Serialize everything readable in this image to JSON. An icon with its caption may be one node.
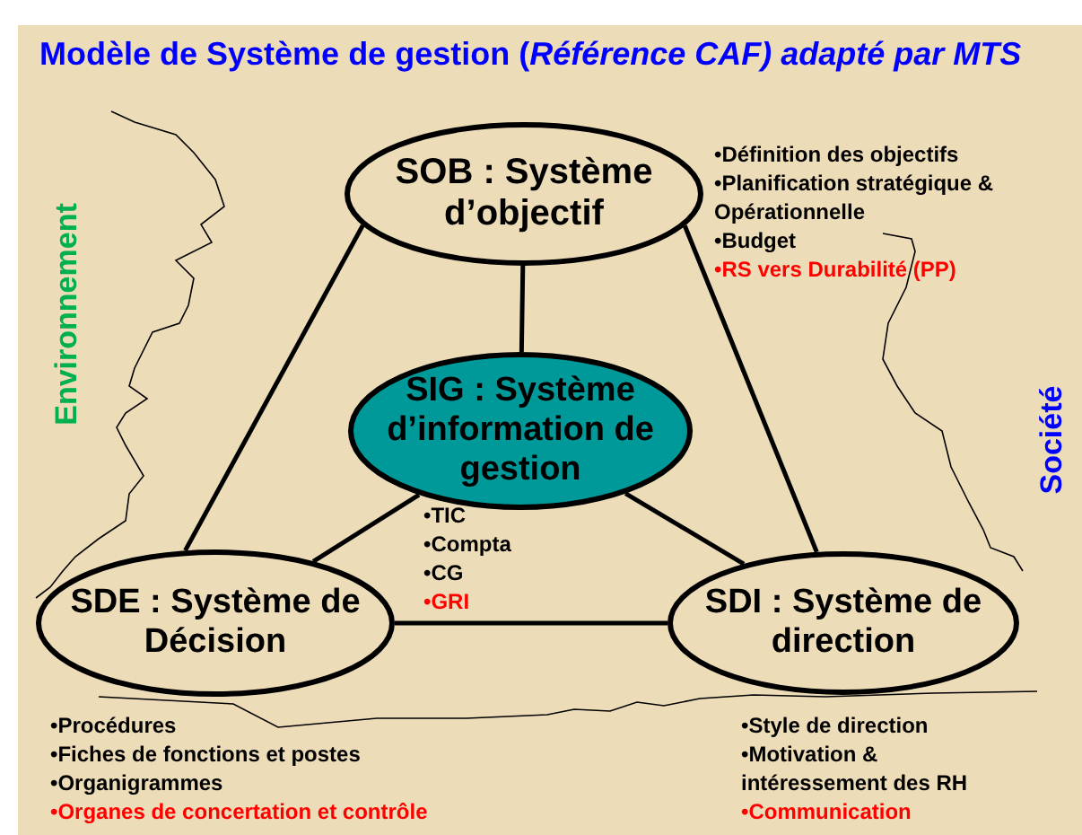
{
  "diagram": {
    "title": "Modèle de Système de gestion (*Référence CAF) adapté par MTS*",
    "nodes": [
      {
        "text": [
          "SOB : Système d’objectif"
        ],
        "beside": [
          "•Définition des objectifs",
          "•Planification stratégique & Opérationnelle",
          "•Budget",
          "•RS vers Durabilité (PP)"
        ]
      },
      {
        "text": [
          "SIG : Système d’information de gestion"
        ],
        "beside": [
          "•TIC",
          "•Compta",
          "•CG",
          "•GRI"
        ]
      },
      {
        "text": [
          "SDE : Système de Décision"
        ],
        "beside": [
          "•Procédures",
          "•Fiches de fonctions et postes",
          "•Organigrammes",
          "•Organes de concertation et contrôle"
        ]
      },
      {
        "text": [
          "SDI : Système de direction"
        ],
        "beside": [
          "•Style de direction",
          "•Motivation & intéressement des RH",
          "•Communication"
        ]
      }
    ],
    "edges": [
      {
        "from": 0,
        "to": 1,
        "arrow": "none"
      },
      {
        "from": 0,
        "to": 2,
        "arrow": "none"
      },
      {
        "from": 0,
        "to": 3,
        "arrow": "none"
      },
      {
        "from": 1,
        "to": 2,
        "arrow": "none"
      },
      {
        "from": 1,
        "to": 3,
        "arrow": "none"
      },
      {
        "from": 2,
        "to": 3,
        "arrow": "none"
      }
    ],
    "labels": [
      "Environnement",
      "Société"
    ]
  }
}
